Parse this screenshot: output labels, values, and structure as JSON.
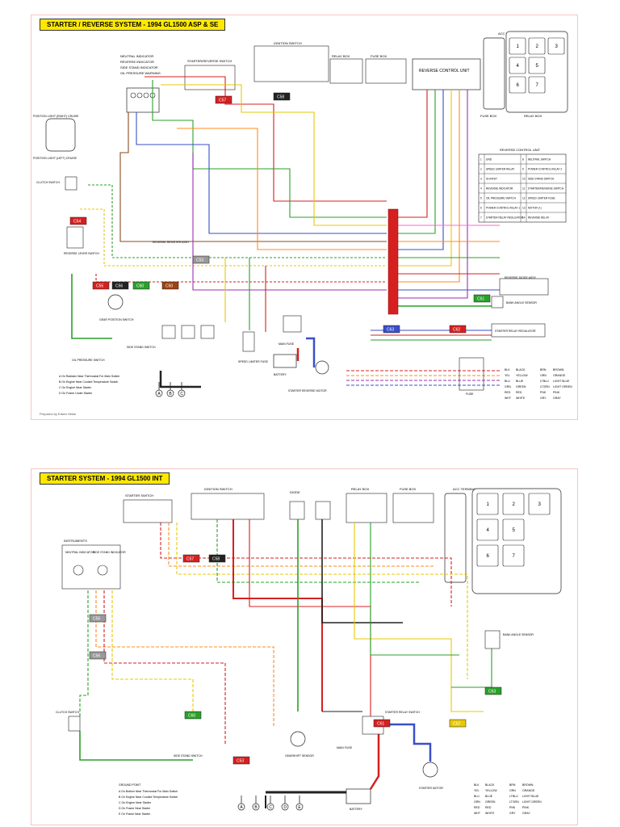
{
  "sheet1": {
    "title": "STARTER / REVERSE SYSTEM - 1994 GL1500 ASP & SE",
    "indicators": [
      "NEUTRAL INDICATOR",
      "REVERSE INDICATOR",
      "SIDE STAND INDICATOR",
      "OIL PRESSURE WARNING"
    ],
    "connectors": [
      {
        "id": "C57",
        "color": "#d62020"
      },
      {
        "id": "C58",
        "color": "#222222"
      },
      {
        "id": "C54",
        "color": "#d62020"
      },
      {
        "id": "C55",
        "color": "#d62020"
      },
      {
        "id": "C56",
        "color": "#222222"
      },
      {
        "id": "C60",
        "color": "#2aa02a"
      },
      {
        "id": "C50",
        "color": "#a04010"
      },
      {
        "id": "C53",
        "color": "#999999"
      },
      {
        "id": "C61",
        "color": "#2aa02a"
      },
      {
        "id": "C62",
        "color": "#d62020"
      },
      {
        "id": "C63",
        "color": "#3a4fc8"
      }
    ],
    "labels": {
      "starter_switch": "STARTER/REVERSE SWITCH",
      "ignition_switch": "IGNITION SWITCH",
      "relay_box": "RELAY BOX",
      "fuse_box": "FUSE BOX",
      "acc_terminal": "ACC TERMINAL",
      "reverse_control_unit": "REVERSE CONTROL UNIT",
      "reverse_control_unit_table": "REVERSE CONTROL UNIT",
      "reverse_diode": "REVERSE DIODE ASSY",
      "bank_angle": "BANK ANGLE SENSOR",
      "starter_relay_regulator": "STARTER RELAY REGULATOR",
      "starter_reverse_motor": "STARTER REVERSE MOTOR",
      "battery": "BATTERY",
      "gear_position": "GEAR POSITION SWITCH",
      "side_stand": "SIDE STAND SWITCH",
      "clutch_switch": "CLUTCH SWITCH",
      "reverse_lever": "REVERSE LEVER SWITCH",
      "oil_pressure": "OIL PRESSURE SWITCH",
      "reverse_resister": "REVERSE RESISTER ASSY",
      "speed_limiter_fuse": "SPEED LIMITER FUSE",
      "main_fuse": "MAIN FUSE",
      "fuse": "FUSE",
      "position_light_l": "POSITION LIGHT (RIGHT) CRUISE",
      "position_light_r": "POSITION LIGHT (LEFT) CRUISE"
    },
    "relay_buttons": [
      "1",
      "2",
      "3",
      "4",
      "5",
      "6",
      "7"
    ],
    "rcu_table": [
      [
        "1",
        "GND",
        "8",
        "NEUTRAL SWITCH"
      ],
      [
        "2",
        "SPEED LIMITER RELAY",
        "9",
        "POWER CONTROL RELAY 2"
      ],
      [
        "3",
        "IG-INPUT",
        "10",
        "SIDE STAND SWITCH"
      ],
      [
        "4",
        "REVERSE INDICATOR",
        "11",
        "STARTER/REVERSE SWITCH"
      ],
      [
        "5",
        "OIL PRESSURE SWITCH",
        "12",
        "SPEED LIMITER FUSE"
      ],
      [
        "6",
        "POWER CONTROL RELAY 1",
        "13",
        "MOTOR (+)"
      ],
      [
        "7",
        "STARTER RELAY REGULATOR",
        "14",
        "REVERSE RELAY"
      ]
    ],
    "ground_notes": [
      "A  On Radiator Near Thermostat For Main Switch",
      "B  On Engine Near Coolant Temperature Switch",
      "C  On Engine Near Starter",
      "D  On Frame Under Starter"
    ],
    "ground_letters": [
      "A",
      "B",
      "C"
    ],
    "color_codes": [
      [
        "BLK",
        "BLACK",
        "BRN",
        "BROWN"
      ],
      [
        "YEL",
        "YELLOW",
        "ORN",
        "ORANGE"
      ],
      [
        "BLU",
        "BLUE",
        "LTBLU",
        "LIGHT BLUE"
      ],
      [
        "GRN",
        "GREEN",
        "LTGRN",
        "LIGHT GREEN"
      ],
      [
        "RED",
        "RED",
        "PNK",
        "PINK"
      ],
      [
        "WHT",
        "WHITE",
        "GRY",
        "GRAY"
      ]
    ],
    "credit": "Prepared by Edwin Heise"
  },
  "sheet2": {
    "title": "STARTER SYSTEM - 1994 GL1500 INT",
    "connectors": [
      {
        "id": "C57",
        "color": "#d62020"
      },
      {
        "id": "C58",
        "color": "#222222"
      },
      {
        "id": "C55",
        "color": "#999999"
      },
      {
        "id": "C56",
        "color": "#999999"
      },
      {
        "id": "C60",
        "color": "#2aa02a"
      },
      {
        "id": "C53",
        "color": "#d62020"
      },
      {
        "id": "C61",
        "color": "#d62020"
      },
      {
        "id": "C62",
        "color": "#e8c800"
      },
      {
        "id": "C63",
        "color": "#2aa02a"
      }
    ],
    "labels": {
      "starter_switch": "STARTER SWITCH",
      "ignition_switch": "IGNITION SWITCH",
      "relay_box": "RELAY BOX",
      "fuse_box": "FUSE BOX",
      "acc_terminal": "ACC TERMINAL",
      "instruments": "INSTRUMENTS",
      "neutral_indicator": "NEUTRAL INDICATOR",
      "side_stand_indicator": "SIDE STAND INDICATOR",
      "diode": "DIODE",
      "clutch_switch": "CLUTCH SWITCH",
      "side_stand_switch": "SIDE STAND SWITCH",
      "gearshift_sensor": "GEARSHIFT SENSOR",
      "starter_relay": "STARTER RELAY SWITCH",
      "starter_motor": "STARTER MOTOR",
      "battery": "BATTERY",
      "bank_angle": "BANK ANGLE SENSOR",
      "main_fuse": "MAIN FUSE"
    },
    "relay_buttons": [
      "1",
      "2",
      "3",
      "4",
      "5",
      "6",
      "7"
    ],
    "ground_points": "GROUND POINT",
    "ground_letters": [
      "A",
      "B",
      "C",
      "D",
      "E"
    ],
    "ground_notes": [
      "A  On Bottom Near Thermostat For Main Switch",
      "B  On Engine Near Coolant Temperature Switch",
      "C  On Engine Near Starter",
      "D  On Frame Near Starter",
      "E  On Frame Near Starter"
    ],
    "color_codes": [
      [
        "BLK",
        "BLACK",
        "BRN",
        "BROWN"
      ],
      [
        "YEL",
        "YELLOW",
        "ORN",
        "ORANGE"
      ],
      [
        "BLU",
        "BLUE",
        "LTBLU",
        "LIGHT BLUE"
      ],
      [
        "GRN",
        "GREEN",
        "LTGRN",
        "LIGHT GREEN"
      ],
      [
        "RED",
        "RED",
        "PNK",
        "PINK"
      ],
      [
        "WHT",
        "WHITE",
        "GRY",
        "GRAY"
      ]
    ]
  }
}
